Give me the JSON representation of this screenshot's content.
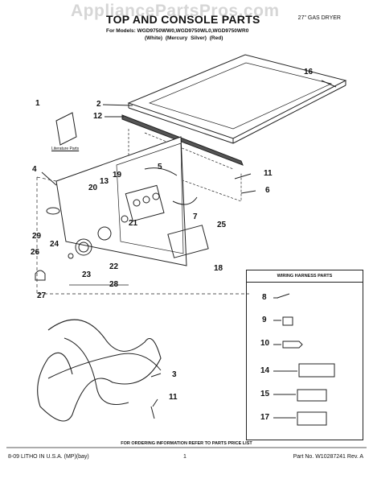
{
  "watermark": "AppliancePartsPros.com",
  "header": {
    "title": "TOP AND CONSOLE PARTS",
    "subtitle": "27\" GAS DRYER",
    "models": "For Models: WGD9750WW0,WGD9750WL0,WGD9750WR0",
    "variants": "(White)   (Mercury Silver)   (Red)"
  },
  "labels": {
    "literature": "Literature Parts",
    "harness_title": "WIRING HARNESS PARTS"
  },
  "callouts": [
    "16",
    "1",
    "2",
    "12",
    "11",
    "6",
    "4",
    "13",
    "19",
    "5",
    "20",
    "21",
    "7",
    "25",
    "29",
    "24",
    "26",
    "22",
    "18",
    "23",
    "28",
    "27",
    "8",
    "9",
    "10",
    "14",
    "15",
    "17",
    "3",
    "11"
  ],
  "footer": {
    "note": "FOR ORDERING INFORMATION REFER TO PARTS PRICE LIST",
    "left": "8-09 LITHO IN U.S.A. (MP)(bay)",
    "page": "1",
    "part_no": "Part No. W10287241 Rev. A"
  }
}
